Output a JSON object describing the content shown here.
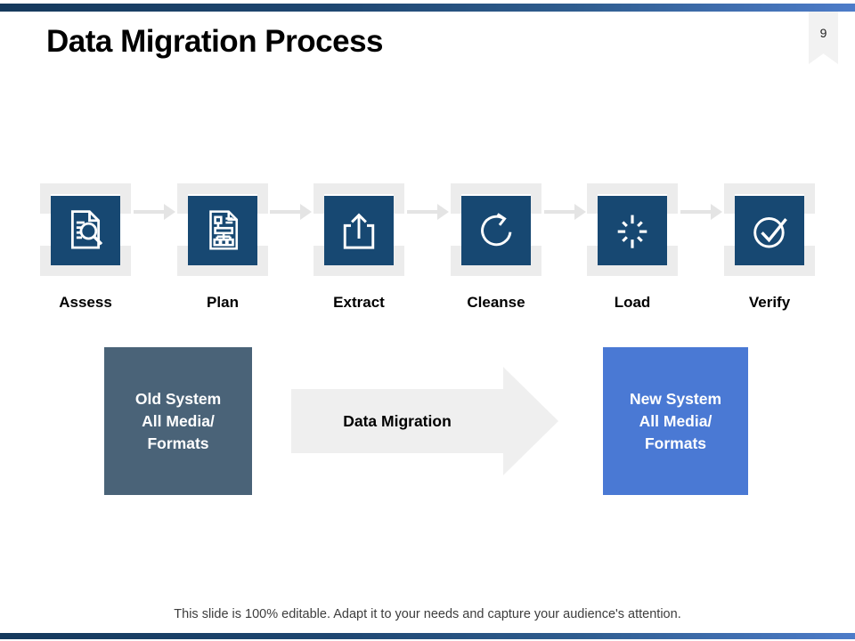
{
  "slide": {
    "title": "Data Migration Process",
    "page_number": "9",
    "footer": "This slide is 100% editable. Adapt it to your needs and capture your audience's attention."
  },
  "process": {
    "steps": [
      {
        "label": "Assess",
        "icon": "document-search-icon"
      },
      {
        "label": "Plan",
        "icon": "document-flowchart-icon"
      },
      {
        "label": "Extract",
        "icon": "export-icon"
      },
      {
        "label": "Cleanse",
        "icon": "refresh-icon"
      },
      {
        "label": "Load",
        "icon": "spinner-icon"
      },
      {
        "label": "Verify",
        "icon": "check-circle-icon"
      }
    ]
  },
  "migration": {
    "source_label": "Old System\nAll Media/\nFormats",
    "arrow_label": "Data Migration",
    "target_label": "New System\nAll Media/\nFormats"
  },
  "colors": {
    "bar_start": "#15395c",
    "bar_end": "#4d7cc9",
    "icon_box": "#174872",
    "frame": "#ececec",
    "flow_arrow": "#e4e4e4",
    "big_arrow": "#efefef",
    "old_box": "#4a6378",
    "new_box": "#4a79d4",
    "ribbon": "#f2f2f2"
  }
}
